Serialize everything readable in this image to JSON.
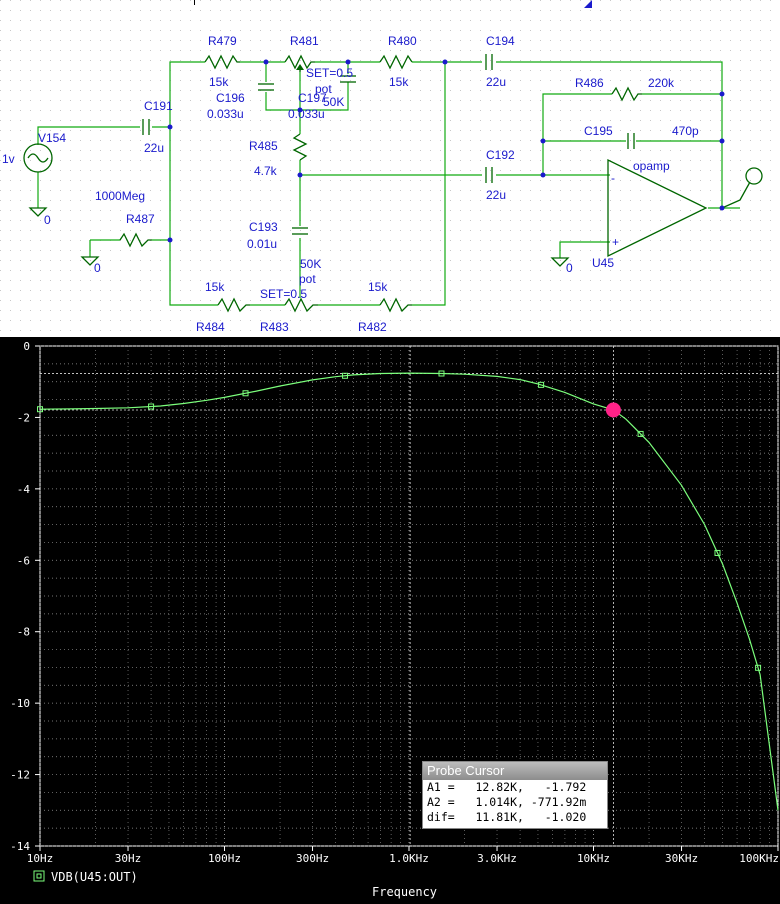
{
  "schematic": {
    "components": [
      {
        "ref": "R479",
        "value": "15k"
      },
      {
        "ref": "R481",
        "value": "SET=0.5"
      },
      {
        "ref": "R480",
        "value": "15k"
      },
      {
        "ref": "C194",
        "value": "22u"
      },
      {
        "ref": "C196",
        "value": "0.033u"
      },
      {
        "ref": "C197",
        "value": "0.033u"
      },
      {
        "ref": "R481_pot",
        "value": "pot"
      },
      {
        "ref": "R481_res",
        "value": "50K"
      },
      {
        "ref": "R486",
        "value": "220k"
      },
      {
        "ref": "C195",
        "value": "470p"
      },
      {
        "ref": "C191",
        "value": "22u"
      },
      {
        "ref": "V154",
        "value": "1v"
      },
      {
        "ref": "R485",
        "value": "4.7k"
      },
      {
        "ref": "C192",
        "value": "22u"
      },
      {
        "ref": "R487",
        "value": "1000Meg"
      },
      {
        "ref": "C193",
        "value": "0.01u"
      },
      {
        "ref": "U45",
        "value": "opamp"
      },
      {
        "ref": "R483",
        "value": "SET=0.5"
      },
      {
        "ref": "R483_res",
        "value": "50K"
      },
      {
        "ref": "R483_pot",
        "value": "pot"
      },
      {
        "ref": "R484",
        "value": "15k"
      },
      {
        "ref": "R482",
        "value": "15k"
      }
    ],
    "grounds": [
      "0",
      "0",
      "0"
    ],
    "pins": {
      "minus": "-",
      "plus": "+"
    }
  },
  "probe_cursor": {
    "title": "Probe Cursor",
    "rows": [
      "A1 =   12.82K,   -1.792",
      "A2 =   1.014K, -771.92m",
      "dif=   11.81K,   -1.020"
    ]
  },
  "chart_data": {
    "type": "line",
    "x_scale": "log",
    "xlabel": "Frequency",
    "xlim": [
      10,
      100000
    ],
    "ylim": [
      -14,
      0
    ],
    "x_ticks": [
      {
        "v": 10,
        "label": "10Hz"
      },
      {
        "v": 30,
        "label": "30Hz"
      },
      {
        "v": 100,
        "label": "100Hz"
      },
      {
        "v": 300,
        "label": "300Hz"
      },
      {
        "v": 1000,
        "label": "1.0KHz"
      },
      {
        "v": 3000,
        "label": "3.0KHz"
      },
      {
        "v": 10000,
        "label": "10KHz"
      },
      {
        "v": 30000,
        "label": "30KHz"
      },
      {
        "v": 100000,
        "label": "100KHz"
      }
    ],
    "y_ticks": [
      {
        "v": 0,
        "label": "0"
      },
      {
        "v": -2,
        "label": "-2"
      },
      {
        "v": -4,
        "label": "-4"
      },
      {
        "v": -6,
        "label": "-6"
      },
      {
        "v": -8,
        "label": "-8"
      },
      {
        "v": -10,
        "label": "-10"
      },
      {
        "v": -12,
        "label": "-12"
      },
      {
        "v": -14,
        "label": "-14"
      }
    ],
    "series": [
      {
        "name": "VDB(U45:OUT)",
        "color": "#7cff7c",
        "x": [
          10,
          15,
          20,
          30,
          45,
          60,
          80,
          100,
          150,
          200,
          300,
          400,
          500,
          700,
          1000,
          1500,
          2000,
          3000,
          4000,
          5000,
          7000,
          10000,
          12820,
          15000,
          20000,
          30000,
          40000,
          50000,
          60000,
          70000,
          80000,
          100000
        ],
        "y": [
          -1.77,
          -1.76,
          -1.75,
          -1.73,
          -1.68,
          -1.61,
          -1.52,
          -1.44,
          -1.26,
          -1.12,
          -0.95,
          -0.86,
          -0.81,
          -0.77,
          -0.76,
          -0.77,
          -0.79,
          -0.85,
          -0.94,
          -1.06,
          -1.3,
          -1.62,
          -1.79,
          -2.05,
          -2.7,
          -3.9,
          -5.0,
          -6.1,
          -7.2,
          -8.2,
          -9.2,
          -13.0
        ],
        "marker_x": [
          10,
          40,
          130,
          450,
          1500,
          5200,
          18000,
          47000,
          78000
        ]
      }
    ],
    "cursor": {
      "x": 12820,
      "y": -1.792,
      "color": "#ff2288"
    },
    "reference_lines": [
      -0.772,
      -1.792
    ],
    "grid": true
  },
  "colors": {
    "plot_bg": "#000000",
    "grid": "#9a9a9a",
    "trace": "#7cff7c",
    "schematic_blue": "#1a1acc",
    "wire": "#11aa11"
  }
}
